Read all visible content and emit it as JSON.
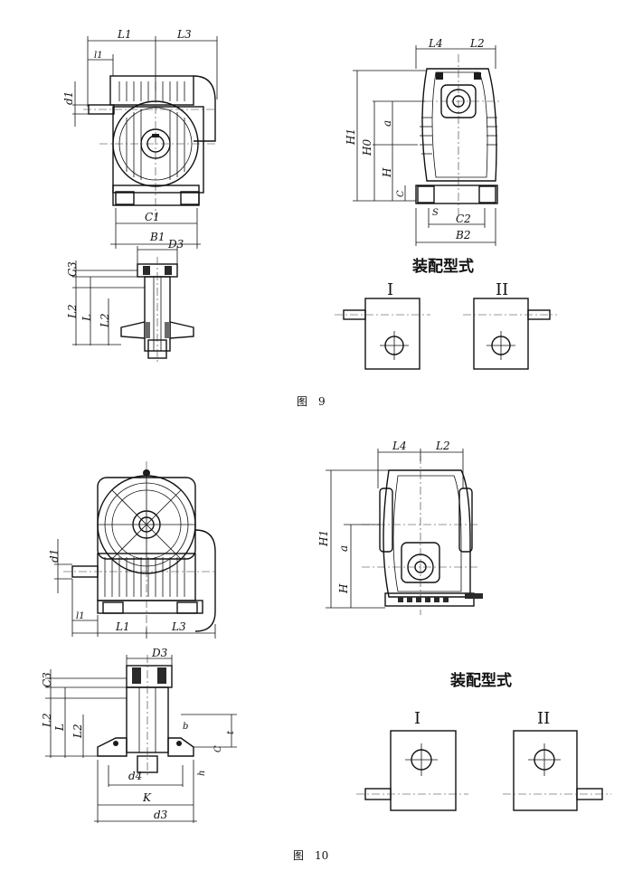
{
  "fig9": {
    "caption": "图　9",
    "assembly_title": "装配型式",
    "variant_1": "I",
    "variant_2": "II",
    "dims": {
      "L1": "L1",
      "L3": "L3",
      "l1": "l1",
      "d1": "d1",
      "C1": "C1",
      "B1": "B1",
      "D3": "D3",
      "C3": "C3",
      "L": "L",
      "L2": "L2",
      "L_small": "L2",
      "L4": "L4",
      "L2_side": "L2",
      "H1": "H1",
      "a": "a",
      "H0": "H0",
      "H": "H",
      "C": "C",
      "S": "S",
      "C2": "C2",
      "B2": "B2"
    }
  },
  "fig10": {
    "caption": "图　10",
    "assembly_title": "装配型式",
    "variant_1": "I",
    "variant_2": "II",
    "dims": {
      "d1": "d1",
      "l1": "l1",
      "L1": "L1",
      "L3": "L3",
      "D3": "D3",
      "C3": "C3",
      "L2": "L2",
      "L": "L",
      "L2_small": "L2",
      "b": "b",
      "t": "t",
      "h": "h",
      "C": "C",
      "d4": "d4",
      "K": "K",
      "d3": "d3",
      "L4": "L4",
      "L2_side": "L2",
      "H1": "H1",
      "a": "a",
      "H": "H"
    }
  }
}
